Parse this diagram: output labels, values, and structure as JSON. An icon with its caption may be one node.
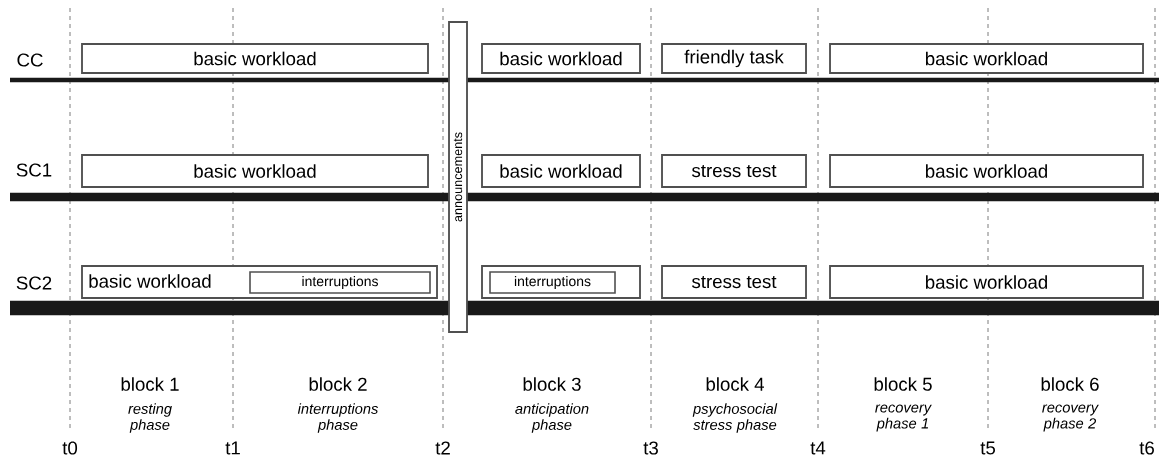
{
  "diagram": {
    "nodes": [
      {
        "text": [
          "basic workload"
        ]
      },
      {
        "text": [
          "basic workload"
        ]
      },
      {
        "text": [
          "friendly task"
        ]
      },
      {
        "text": [
          "basic workload"
        ]
      },
      {
        "text": [
          "basic workload"
        ]
      },
      {
        "text": [
          "basic workload"
        ]
      },
      {
        "text": [
          "stress test"
        ]
      },
      {
        "text": [
          "basic workload"
        ]
      },
      {
        "text": [
          "basic workload"
        ]
      },
      {
        "text": [
          "interruptions"
        ],
        "in": 8
      },
      {
        "text": [],
        "shape": "box"
      },
      {
        "text": [
          "interruptions"
        ],
        "in": 10
      },
      {
        "text": [
          "stress test"
        ]
      },
      {
        "text": [
          "basic workload"
        ]
      },
      {
        "text": [
          "announcements"
        ]
      }
    ],
    "labels": [
      "CC",
      "SC1",
      "SC2",
      "block 1",
      "resting phase",
      "block 2",
      "interruptions phase",
      "block 3",
      "anticipation phase",
      "block 4",
      "psychosocial stress phase",
      "block 5",
      "recovery phase 1",
      "block 6",
      "recovery phase 2",
      "t0",
      "t1",
      "t2",
      "t3",
      "t4",
      "t5",
      "t6"
    ]
  }
}
